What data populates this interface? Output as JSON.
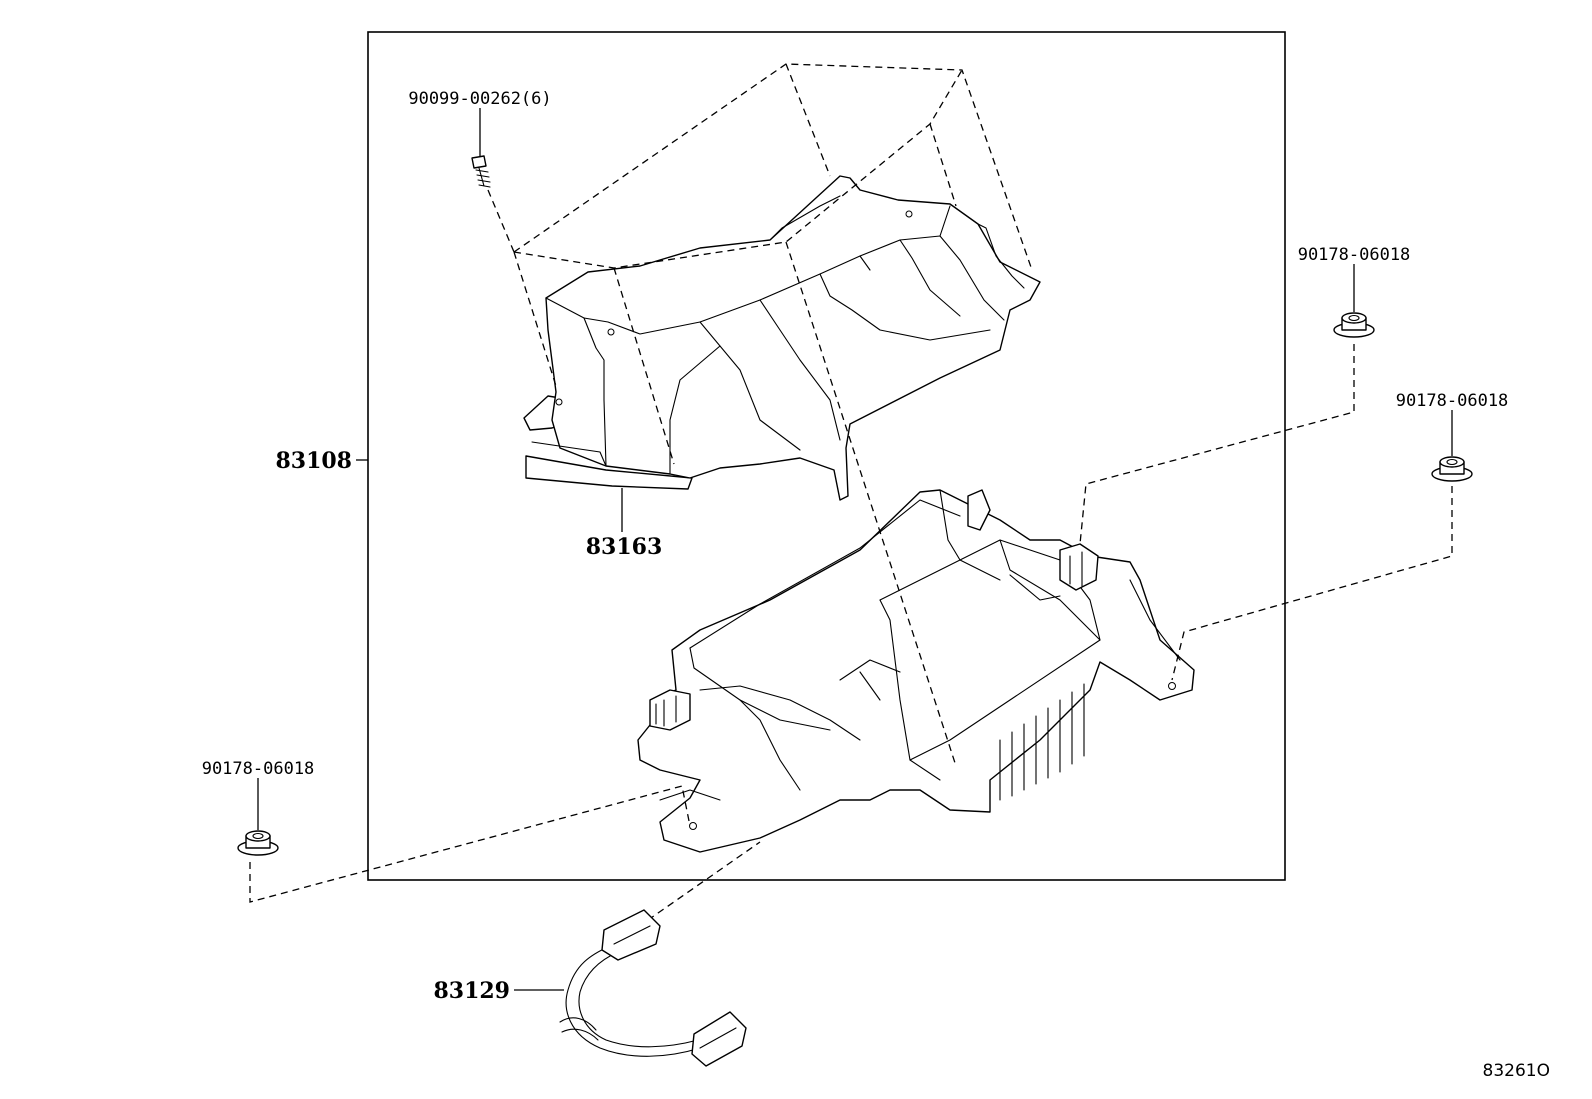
{
  "diagram": {
    "labels": {
      "assembly": "83108",
      "cover": "83163",
      "wire_harness": "83129",
      "screw": "90099-00262(6)",
      "nut_right_upper": "90178-06018",
      "nut_right_lower": "90178-06018",
      "nut_left": "90178-06018",
      "drawing_ref": "83261O"
    }
  }
}
